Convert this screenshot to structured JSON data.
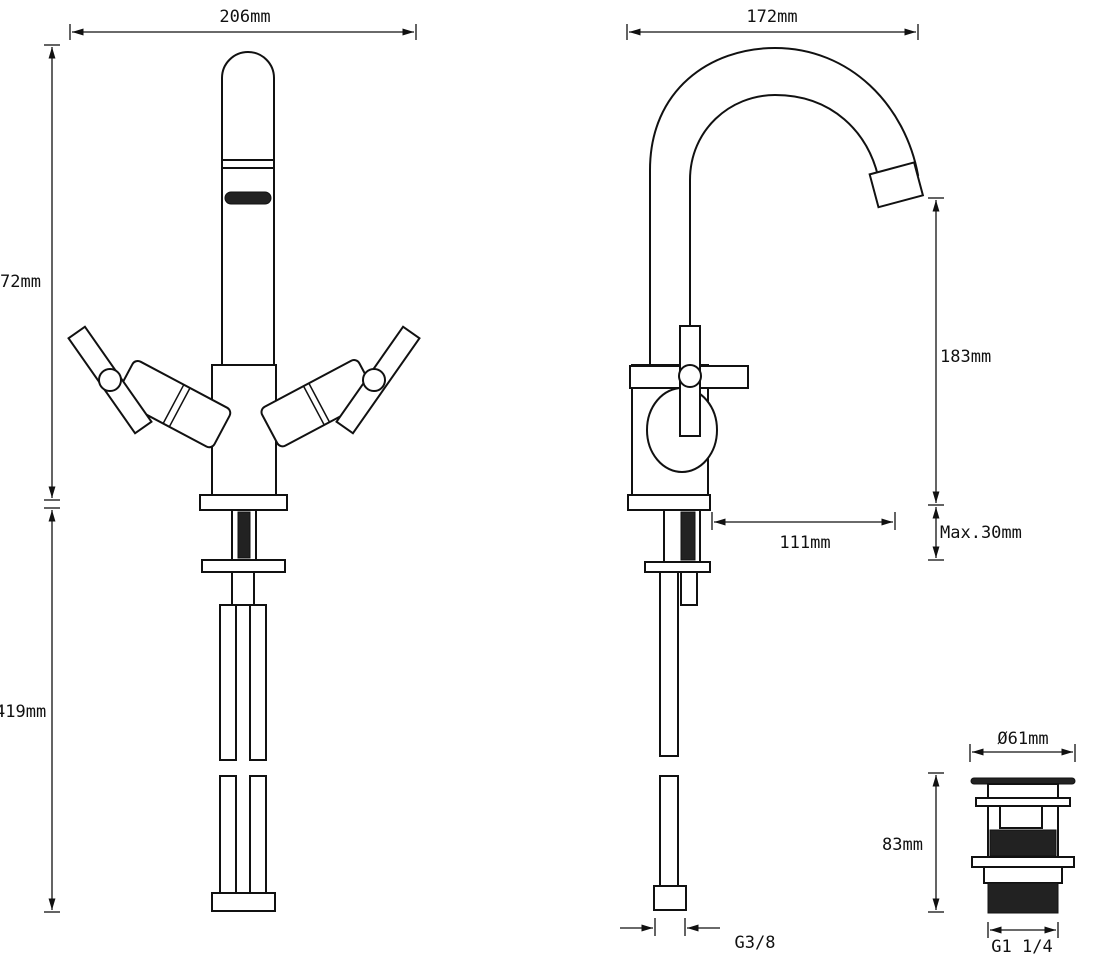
{
  "title": "Basin mixer tap technical drawing",
  "dimensions": {
    "front_width": "206mm",
    "side_width": "172mm",
    "front_height_upper": "72mm",
    "front_height_lower": "419mm",
    "spout_height": "183mm",
    "max_thickness": "Max.30mm",
    "reach": "111mm",
    "waste_diameter": "Ø61mm",
    "waste_height": "83mm",
    "pipe_thread": "G3/8",
    "waste_thread": "G1 1/4"
  }
}
